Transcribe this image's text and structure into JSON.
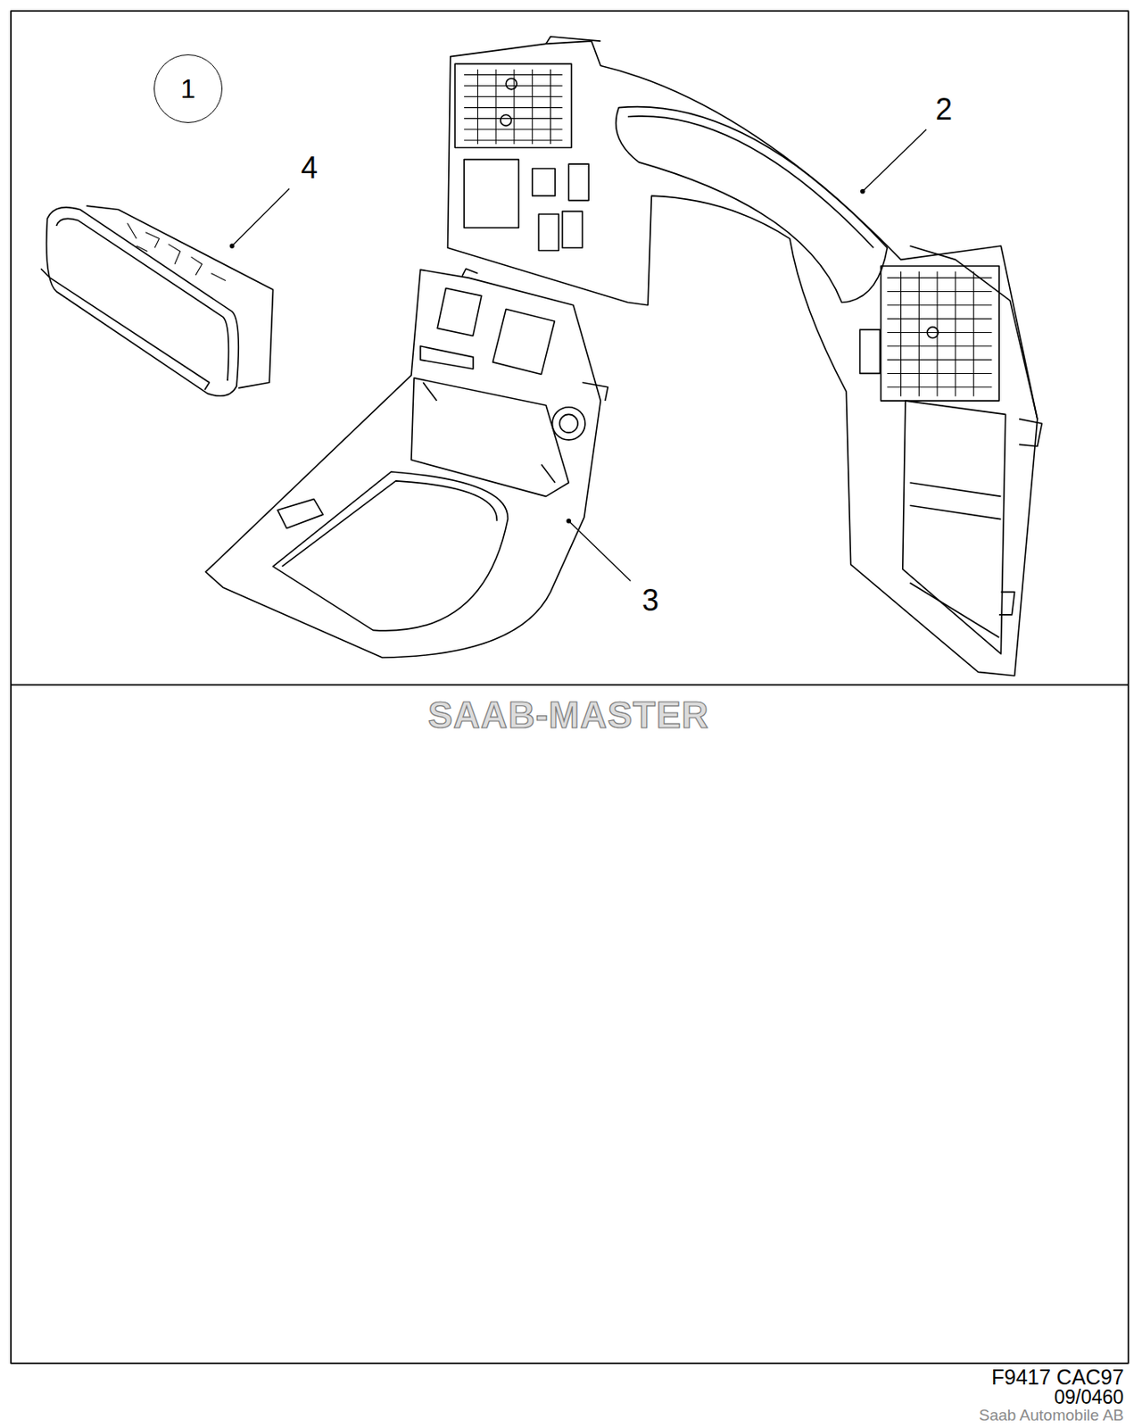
{
  "diagram": {
    "nodes": [
      {
        "text": [
          "1"
        ]
      }
    ],
    "labels": [
      "2",
      "3",
      "4",
      "SAAB-MASTER",
      "F9417 CAC97",
      "09/0460",
      "Saab Automobile AB"
    ]
  }
}
